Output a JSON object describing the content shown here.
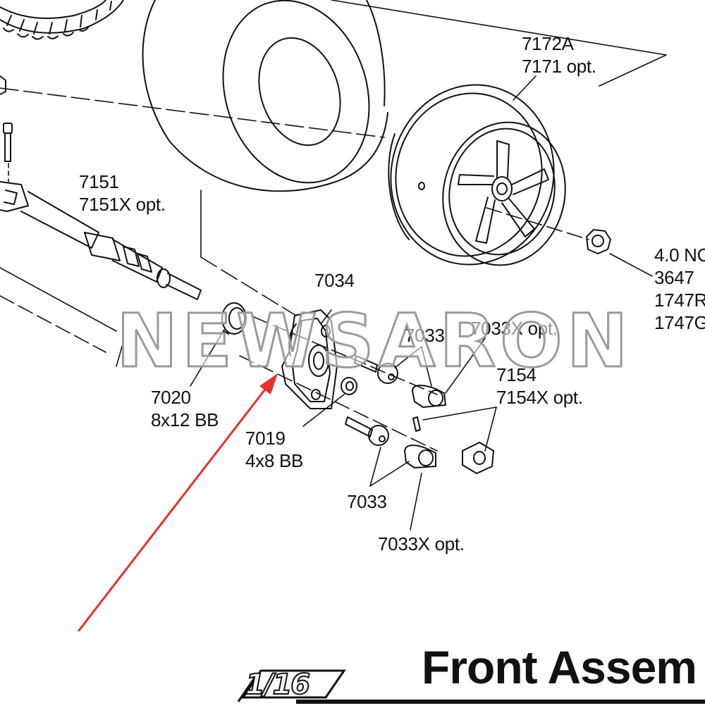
{
  "labels": {
    "wheel": [
      "7172A",
      "7171 opt."
    ],
    "nut": [
      "4.0 NC",
      "3647",
      "1747R",
      "1747G"
    ],
    "driveshaft": [
      "7151",
      "7151X opt."
    ],
    "carrier": [
      "7034"
    ],
    "pivot_top": [
      "7033"
    ],
    "bushing_top": [
      "7033X opt."
    ],
    "hex_hub": [
      "7154",
      "7154X opt."
    ],
    "bearing_large": [
      "7020",
      "8x12 BB"
    ],
    "bearing_small": [
      "7019",
      "4x8 BB"
    ],
    "pivot_bottom": [
      "7033"
    ],
    "bushing_bottom": [
      "7033X opt."
    ]
  },
  "watermark": "NEWSARON",
  "section_title": "Front Assem",
  "scale_logo": "1/16",
  "colors": {
    "line": "#111111",
    "arrow": "#e8302a",
    "watermark_stroke": "#9a9a9a"
  }
}
